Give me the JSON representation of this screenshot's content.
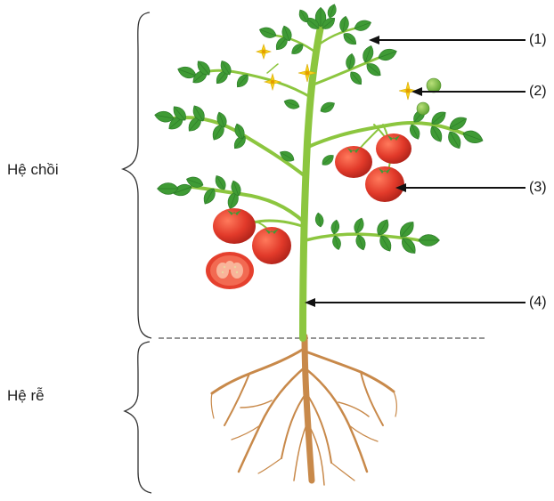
{
  "systems": {
    "shoot": "Hệ chồi",
    "root": "Hệ rễ"
  },
  "callouts": [
    "(1)",
    "(2)",
    "(3)",
    "(4)"
  ],
  "colors": {
    "stem": "#8cc63f",
    "leaf": "#3f9b35",
    "leaf_dark": "#2e7d2a",
    "fruit": "#e23a2a",
    "flower": "#f7d21c",
    "root": "#c8894a",
    "arrow": "#111111"
  }
}
